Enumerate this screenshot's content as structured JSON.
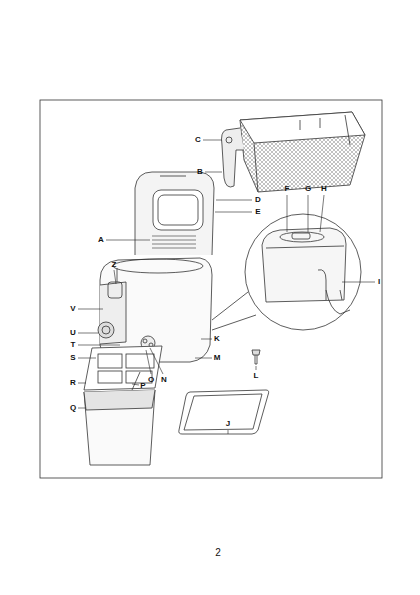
{
  "diagram": {
    "labels": [
      "C",
      "B",
      "D",
      "F",
      "G",
      "H",
      "E",
      "A",
      "Z",
      "I",
      "V",
      "U",
      "K",
      "T",
      "M",
      "S",
      "N",
      "O",
      "R",
      "P",
      "L",
      "Q",
      "J",
      "2"
    ]
  }
}
